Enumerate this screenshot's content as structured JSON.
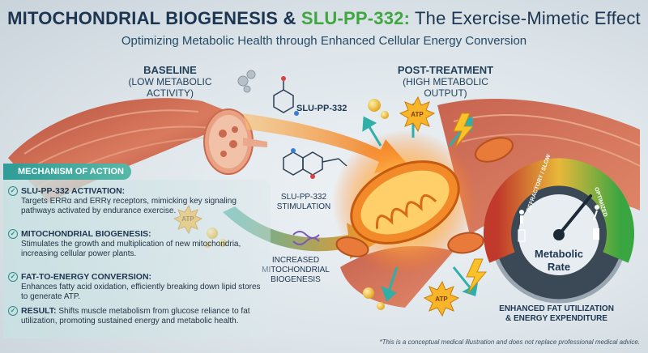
{
  "header": {
    "title_part1": "MITOCHONDRIAL BIOGENESIS & ",
    "title_part2": "SLU-PP-332:",
    "title_part3": " The Exercise-Mimetic Effect",
    "subtitle": "Optimizing Metabolic Health through Enhanced Cellular Energy Conversion"
  },
  "baseline": {
    "main": "BASELINE",
    "sub": "(LOW METABOLIC ACTIVITY)"
  },
  "post": {
    "main": "POST-TREATMENT",
    "sub": "(HIGH METABOLIC OUTPUT)"
  },
  "labels": {
    "compound": "SLU-PP-332",
    "stimulation_line1": "SLU-PP-332",
    "stimulation_line2": "STIMULATION",
    "biogenesis_line1": "INCREASED",
    "biogenesis_line2": "MITOCHONDRIAL",
    "biogenesis_line3": "BIOGENESIS",
    "atp": "ATP"
  },
  "mechanism": {
    "header": "MECHANISM OF ACTION",
    "items": [
      {
        "heading": "SLU-PP-332 ACTIVATION:",
        "body": "Targets ERRα and ERRγ receptors, mimicking key signaling pathways activated by endurance exercise."
      },
      {
        "heading": "MITOCHONDRIAL BIOGENESIS:",
        "body": "Stimulates the growth and multiplication of new mitochondria, increasing cellular power plants."
      },
      {
        "heading": "FAT-TO-ENERGY CONVERSION:",
        "body": "Enhances fatty acid oxidation, efficiently breaking down lipid stores to generate ATP."
      },
      {
        "heading": "RESULT:",
        "body": "Shifts muscle metabolism from glucose reliance to fat utilization, promoting sustained energy and metabolic health."
      }
    ]
  },
  "gauge": {
    "left_label": "REFRACTORY / SLOW",
    "right_label": "OPTIMIZED",
    "center_line1": "Metabolic",
    "center_line2": "Rate",
    "level": 0.78,
    "colors": {
      "low": "#c0392b",
      "mid": "#e8b83a",
      "high": "#3aa641"
    }
  },
  "caption": {
    "line1": "ENHANCED FAT UTILIZATION",
    "line2": "& ENERGY EXPENDITURE"
  },
  "footnote": "*This is a conceptual medical illustration and does not replace professional medical advice."
}
